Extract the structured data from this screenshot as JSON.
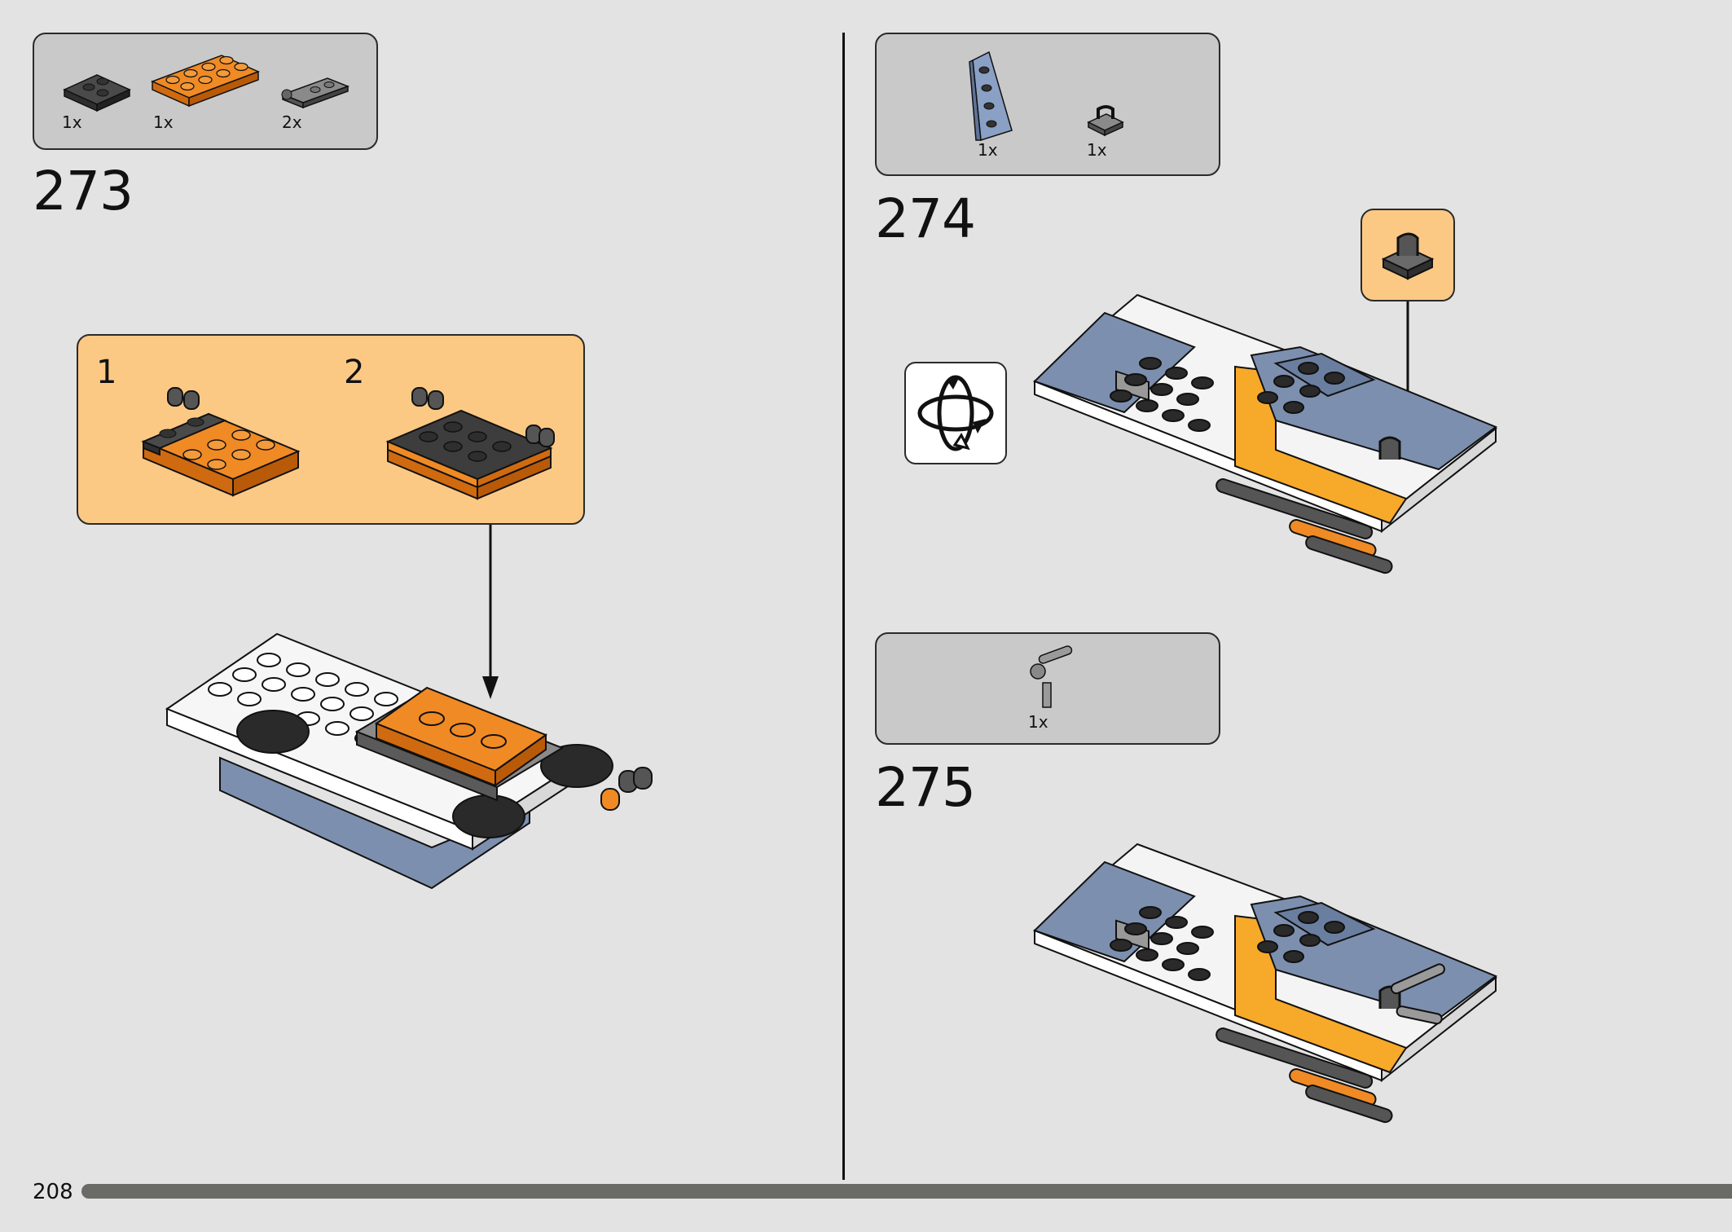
{
  "page": {
    "page_number": "208",
    "progress_fraction": 1.0
  },
  "steps": [
    {
      "number": "273",
      "parts": [
        {
          "icon": "dark-gray-hinge-plate-icon",
          "qty": "1x"
        },
        {
          "icon": "orange-plate-2x4-icon",
          "qty": "1x"
        },
        {
          "icon": "gray-hinge-clip-icon",
          "qty": "2x"
        }
      ],
      "substeps": [
        "1",
        "2"
      ]
    },
    {
      "number": "274",
      "parts": [
        {
          "icon": "sand-blue-wedge-plate-icon",
          "qty": "1x"
        },
        {
          "icon": "gray-clip-icon",
          "qty": "1x"
        }
      ],
      "rotate_icon": "rotate-model-icon"
    },
    {
      "number": "275",
      "parts": [
        {
          "icon": "gray-bar-handle-icon",
          "qty": "1x"
        }
      ]
    }
  ],
  "colors": {
    "background": "#e3e3e3",
    "parts_box": "#c9c9c9",
    "substep_box": "#fcc985",
    "brick_orange": "#f08a24",
    "brick_sand_blue": "#7d8fae",
    "brick_dark_gray": "#3d3d3d",
    "brick_yellow_orange": "#f7a92a"
  }
}
